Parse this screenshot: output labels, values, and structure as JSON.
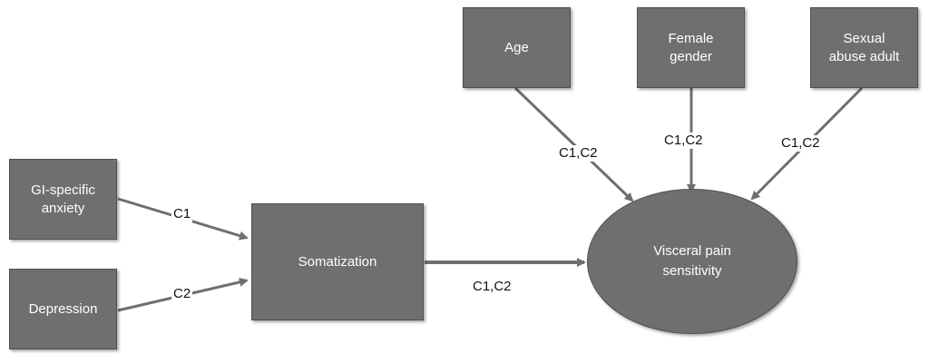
{
  "nodes": {
    "age": "Age",
    "female_gender": "Female\ngender",
    "sexual_abuse_adult": "Sexual\nabuse adult",
    "gi_specific_anxiety": "GI-specific\nanxiety",
    "depression": "Depression",
    "somatization": "Somatization",
    "visceral_pain_sensitivity": "Visceral pain\nsensitivity"
  },
  "edges": {
    "gi_anxiety_to_somatization": "C1",
    "depression_to_somatization": "C2",
    "somatization_to_visceral": "C1,C2",
    "age_to_visceral": "C1,C2",
    "female_gender_to_visceral": "C1,C2",
    "sexual_abuse_to_visceral": "C1,C2"
  },
  "colors": {
    "node_fill": "#6f6f6f",
    "arrow": "#6f6f6f",
    "node_text": "#ffffff",
    "label_text": "#111111"
  }
}
